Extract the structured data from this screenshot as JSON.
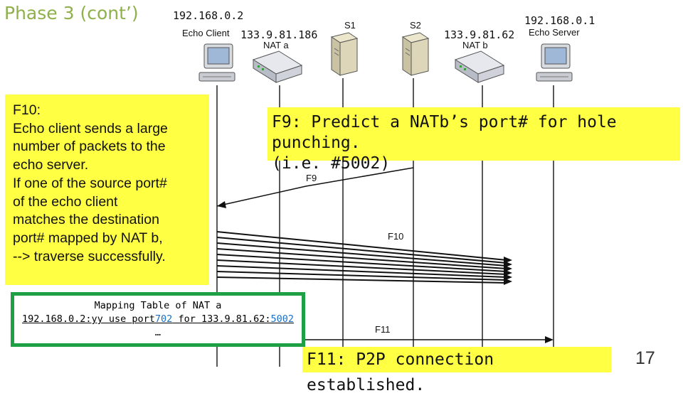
{
  "slide": {
    "title": "Phase 3 (cont’)",
    "page_number": "17"
  },
  "hosts": {
    "client_ip": "192.168.0.2",
    "client_label": "Echo Client",
    "nat_a_ip": "133.9.81.186",
    "nat_a_label": "NAT a",
    "s1_label": "S1",
    "s2_label": "S2",
    "nat_b_ip": "133.9.81.62",
    "nat_b_label": "NAT b",
    "server_ip": "192.168.0.1",
    "server_label": "Echo Server"
  },
  "flows": {
    "f9_label": "F9",
    "f10_label": "F10",
    "f11_label": "F11"
  },
  "notes": {
    "f10_lines": [
      "F10:",
      "Echo client sends a large",
      "number of packets to the",
      "echo server.",
      "If one of the source port#",
      "of the echo client",
      "matches the destination",
      "port# mapped by NAT b,",
      "--> traverse successfully."
    ],
    "f9_lines": [
      "F9: Predict a NATb’s port# for hole punching.",
      "(i.e. #5002)"
    ],
    "f11_text": "F11: P2P connection established."
  },
  "mapping_table": {
    "title": "Mapping Table of NAT a",
    "row_prefix": "192.168.0.2:yy use port",
    "row_port": "702",
    "row_middle": " for 133.9.81.62:",
    "row_dest_port": "5002",
    "ellipsis": "…"
  },
  "colors": {
    "title": "#8fb04a",
    "note_background": "#ffff44",
    "table_border": "#1ea045",
    "link_blue": "#1a6fc9"
  }
}
